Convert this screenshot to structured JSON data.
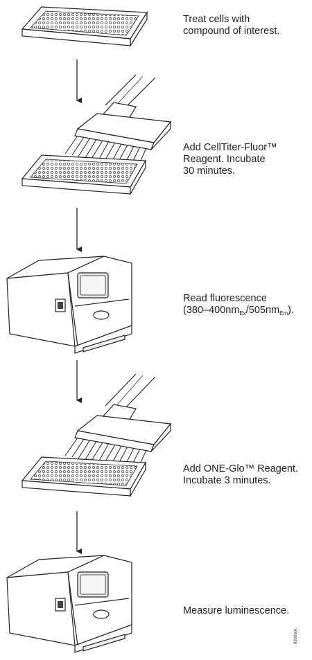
{
  "steps": [
    {
      "lines": [
        "Treat cells with",
        "compound of interest."
      ]
    },
    {
      "lines": [
        "Add CellTiter-Fluor™",
        "Reagent. Incubate",
        "30 minutes."
      ]
    },
    {
      "line1": "Read fluorescence",
      "line2": {
        "open": "(380–400nm",
        "sub1": "Ex",
        "mid": "/505nm",
        "sub2": "Em",
        "close": ")."
      }
    },
    {
      "lines": [
        "Add ONE-Glo™ Reagent.",
        "Incubate 3 minutes."
      ]
    },
    {
      "lines": [
        "Measure luminescence."
      ]
    }
  ],
  "figure_id": "9900MA"
}
